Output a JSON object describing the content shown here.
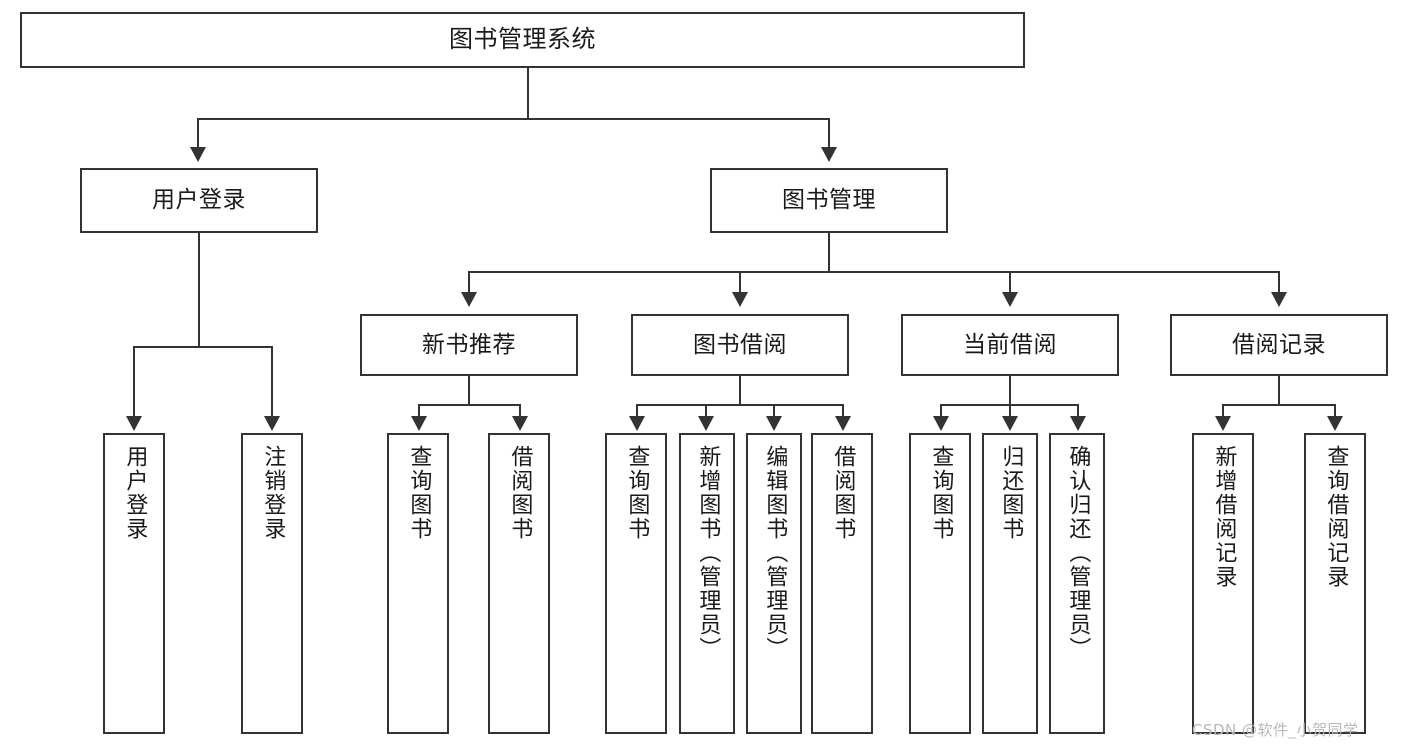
{
  "diagram": {
    "title": "图书管理系统",
    "watermark": "CSDN @软件_小贺同学",
    "colors": {
      "box_border": "#333333",
      "box_fill": "#ffffff",
      "connector": "#333333",
      "text": "#1a1a1a",
      "watermark": "#b8b8b8",
      "background": "#ffffff"
    },
    "nodes": {
      "root": "图书管理系统",
      "user_login": "用户登录",
      "book_manage": "图书管理",
      "new_book_rec": "新书推荐",
      "book_borrow": "图书借阅",
      "current_borrow": "当前借阅",
      "borrow_record": "借阅记录",
      "leaf_user_login": "用户登录",
      "leaf_logout": "注销登录",
      "leaf_rec_query_book": "查询图书",
      "leaf_rec_borrow_book": "借阅图书",
      "leaf_borrow_query_book": "查询图书",
      "leaf_borrow_add_book": "新增图书（管理员）",
      "leaf_borrow_edit_book": "编辑图书（管理员）",
      "leaf_borrow_borrow_book": "借阅图书",
      "leaf_cur_query_book": "查询图书",
      "leaf_cur_return_book": "归还图书",
      "leaf_cur_confirm_return": "确认归还（管理员）",
      "leaf_rec_add_record": "新增借阅记录",
      "leaf_rec_query_record": "查询借阅记录"
    }
  }
}
